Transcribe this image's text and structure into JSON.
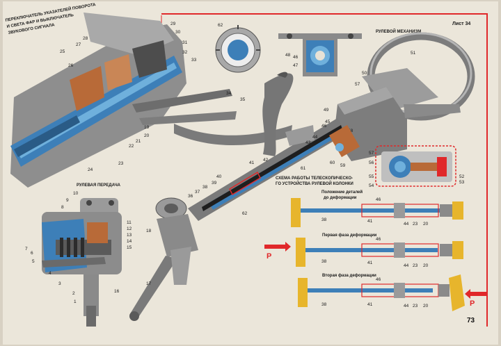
{
  "header": {
    "sheet": "Лист 34",
    "title": "РУЛЕВОЙ МЕХАНИЗМ",
    "page_number": "73"
  },
  "captions": {
    "switch_line1": "ПЕРЕКЛЮЧАТЕЛЬ УКАЗАТЕЛЕЙ ПОВОРОТА",
    "switch_line2": "И СВЕТА ФАР И ВЫКЛЮЧАТЕЛЬ",
    "switch_line3": "ЗВУКОВОГО СИГНАЛА",
    "gear_section": "РУЛЕВАЯ ПЕРЕДАЧА",
    "telescopic_line1": "СХЕМА РАБОТЫ ТЕЛЕСКОПИЧЕСКО-",
    "telescopic_line2": "ГО УСТРОЙСТВА РУЛЕВОЙ КОЛОНКИ",
    "phase0_line1": "Положение деталей",
    "phase0_line2": "до деформации",
    "phase1": "Первая фаза деформации",
    "phase2": "Вторая фаза деформации",
    "force_letter": "P"
  },
  "callouts": {
    "c1": "1",
    "c2": "2",
    "c3": "3",
    "c4": "4",
    "c5": "5",
    "c6": "6",
    "c7": "7",
    "c8": "8",
    "c9": "9",
    "c10": "10",
    "c11": "11",
    "c12": "12",
    "c13": "13",
    "c14": "14",
    "c15": "15",
    "c16": "16",
    "c17": "17",
    "c18": "18",
    "c19": "19",
    "c20": "20",
    "c21": "21",
    "c22": "22",
    "c23": "23",
    "c24": "24",
    "c25": "25",
    "c26": "26",
    "c27": "27",
    "c28": "28",
    "c29": "29",
    "c30": "30",
    "c31": "31",
    "c32": "32",
    "c33": "33",
    "c34": "34",
    "c35": "35",
    "c36": "36",
    "c37": "37",
    "c38": "38",
    "c39": "39",
    "c40": "40",
    "c41": "41",
    "c42": "42",
    "c43": "43",
    "c44": "44",
    "c45": "45",
    "c46": "46",
    "c47": "47",
    "c48": "48",
    "c49": "49",
    "c50": "50",
    "c51": "51",
    "c52": "52",
    "c53": "53",
    "c54": "54",
    "c55": "55",
    "c56": "56",
    "c57": "57",
    "c58": "58",
    "c59": "59",
    "c60": "60",
    "c61": "61",
    "c62": "62"
  },
  "colors": {
    "paper": "#ece7db",
    "border_red": "#e0282a",
    "steel_blue": "#3d7fb8",
    "light_blue": "#6fb0dc",
    "copper": "#b86a38",
    "gray_dark": "#5c5c5c",
    "gray_mid": "#8d8d8d",
    "gray_light": "#c4c4c4",
    "yellow": "#e7b52c"
  }
}
